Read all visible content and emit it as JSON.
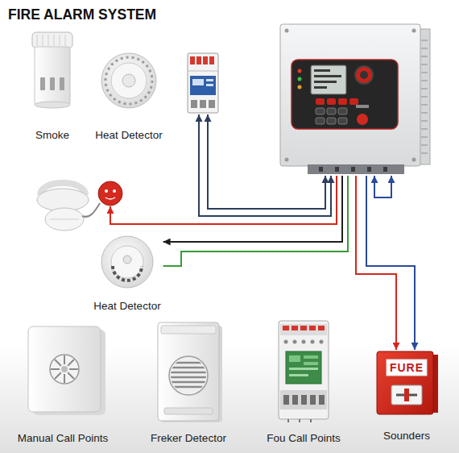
{
  "diagram": {
    "title": "FIRE ALARM SYSTEM",
    "nodes": [
      {
        "text": [
          "Smoke"
        ]
      },
      {
        "text": [
          "Heat Detector"
        ]
      },
      {
        "text": []
      },
      {
        "text": []
      },
      {
        "text": []
      },
      {
        "text": [
          "Heat Detector"
        ]
      },
      {
        "text": [
          "Manual Call Points"
        ]
      },
      {
        "text": [
          "Freker Detector"
        ]
      },
      {
        "text": [
          "Fou Call Points"
        ]
      },
      {
        "text": [
          "FURE",
          "Sounders"
        ]
      }
    ],
    "edges": [
      {
        "from": 2,
        "to": 3,
        "arrow": "both"
      },
      {
        "from": 2,
        "to": 3,
        "arrow": "both"
      },
      {
        "from": 3,
        "to": 4,
        "arrow": "to"
      },
      {
        "from": 3,
        "to": 5,
        "arrow": "to"
      },
      {
        "from": 3,
        "to": 5,
        "arrow": "none"
      },
      {
        "from": 3,
        "to": 9,
        "arrow": "to"
      },
      {
        "from": 3,
        "to": 9,
        "arrow": "to"
      }
    ]
  }
}
